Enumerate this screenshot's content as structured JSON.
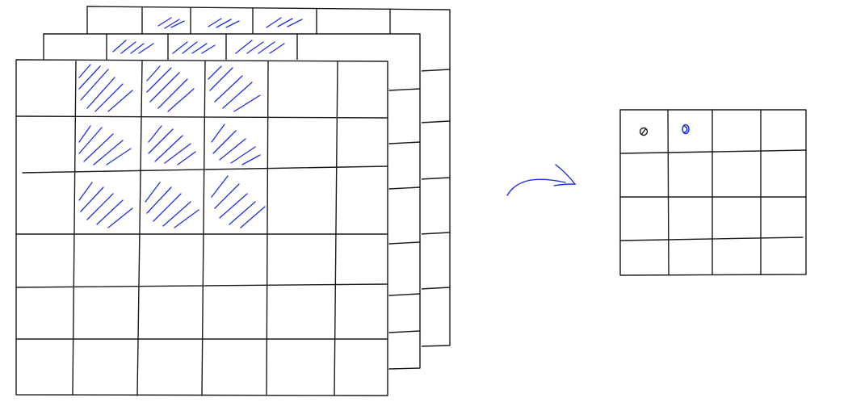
{
  "diagram": {
    "input_volume": {
      "channels": 3,
      "rows": 6,
      "cols": 6,
      "highlighted_window": {
        "rows": 3,
        "cols": 3
      }
    },
    "output_map": {
      "rows": 4,
      "cols": 4,
      "marked_cells": [
        "first-cell-mark",
        "second-cell-mark"
      ]
    },
    "connector": "arrow-right-icon"
  },
  "colors": {
    "ink": "#1a1a1a",
    "hatch": "#1f2ee0",
    "background": "#ffffff"
  }
}
